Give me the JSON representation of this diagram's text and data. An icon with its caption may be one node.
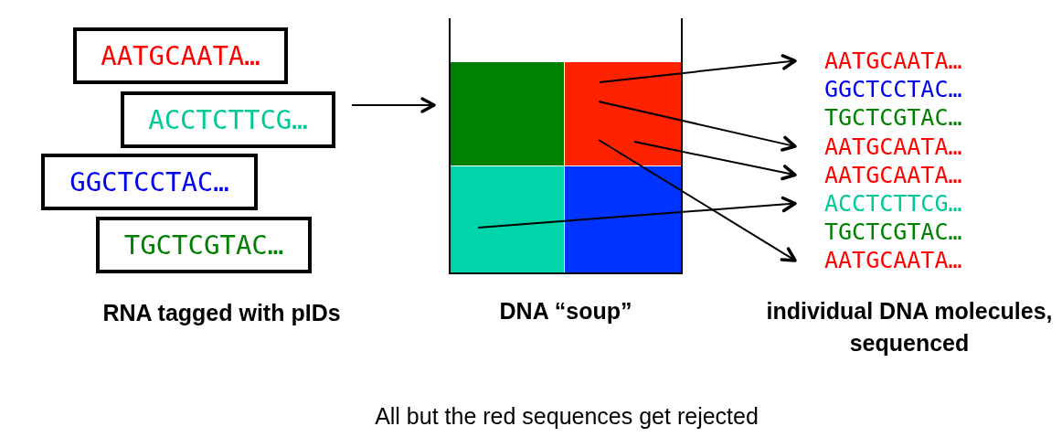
{
  "diagram": {
    "caption": "All but the red sequences get rejected",
    "nodes": [
      {
        "text": [
          "AATGCAATA…"
        ]
      },
      {
        "text": [
          "ACCTCTTCG…"
        ]
      },
      {
        "text": [
          "GGCTCCTAC…"
        ]
      },
      {
        "text": [
          "TGCTCGTAC…"
        ]
      },
      {
        "text": [
          "DNA “soup”"
        ]
      },
      {
        "text": [
          "AATGCAATA…"
        ]
      },
      {
        "text": [
          "GGCTCCTAC…"
        ]
      },
      {
        "text": [
          "TGCTCGTAC…"
        ]
      },
      {
        "text": [
          "AATGCAATA…"
        ]
      },
      {
        "text": [
          "AATGCAATA…"
        ]
      },
      {
        "text": [
          "ACCTCTTCG…"
        ]
      },
      {
        "text": [
          "TGCTCGTAC…"
        ]
      },
      {
        "text": [
          "AATGCAATA…"
        ]
      }
    ],
    "edges": [
      {
        "from": null,
        "to": 4,
        "arrow": "to"
      },
      {
        "from": 4,
        "to": 5,
        "arrow": "to"
      },
      {
        "from": 4,
        "to": 8,
        "arrow": "to"
      },
      {
        "from": 4,
        "to": 9,
        "arrow": "to"
      },
      {
        "from": 4,
        "to": 12,
        "arrow": "to"
      },
      {
        "from": 4,
        "to": 10,
        "arrow": "to"
      }
    ],
    "labels": [
      "RNA tagged with pIDs",
      "individual DNA molecules, sequenced"
    ]
  }
}
